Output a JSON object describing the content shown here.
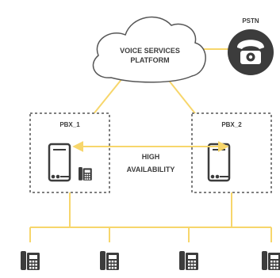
{
  "cloud": {
    "line1": "VOICE SERVICES",
    "line2": "PLATFORM"
  },
  "pstn": {
    "label": "PSTN",
    "icon": "telephone-icon"
  },
  "pbx1": {
    "label": "PBX_1",
    "icons": [
      "server-icon",
      "desk-phone-icon"
    ]
  },
  "pbx2": {
    "label": "PBX_2",
    "icons": [
      "server-icon"
    ]
  },
  "link": {
    "line1": "HIGH",
    "line2": "AVAILABILITY"
  },
  "phones": {
    "icon": "desk-phone-icon",
    "count": 4
  },
  "colors": {
    "connector": "#f7d66b",
    "icon": "#3c3c3c",
    "text": "#3c3c3c",
    "border": "#555555"
  }
}
